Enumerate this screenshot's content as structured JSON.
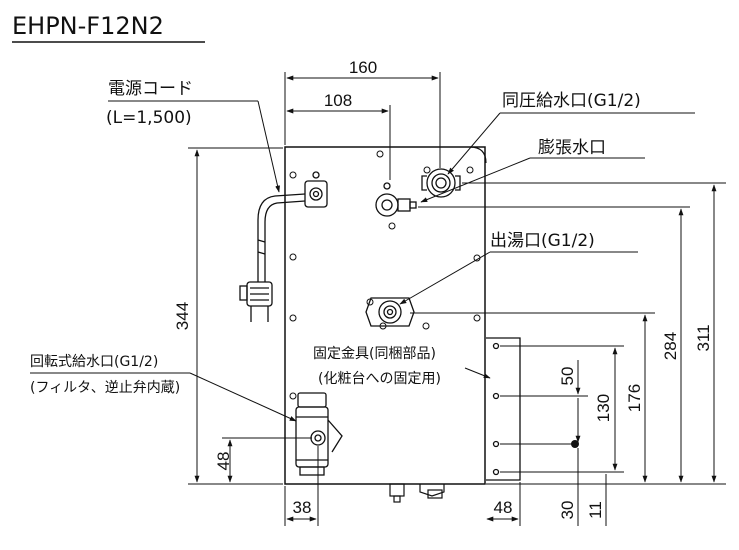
{
  "model": "EHPN-F12N2",
  "callouts": {
    "power_cord": "電源コード",
    "power_cord_length": "(L=1,500)",
    "pressure_inlet": "同圧給水口(G1/2)",
    "expansion_outlet": "膨張水口",
    "hot_water_outlet": "出湯口(G1/2)",
    "bracket": "固定金具(同梱部品)",
    "bracket_note": "(化粧台への固定用)",
    "rotary_inlet": "回転式給水口(G1/2)",
    "rotary_inlet_note": "(フィルタ、逆止弁内蔵)"
  },
  "dimensions": {
    "width_total": "160",
    "width_inner": "108",
    "height_344": "344",
    "height_311": "311",
    "height_284": "284",
    "height_176": "176",
    "height_130": "130",
    "height_50": "50",
    "height_48": "48",
    "width_38": "38",
    "width_48": "48",
    "height_30": "30",
    "height_11": "11"
  }
}
